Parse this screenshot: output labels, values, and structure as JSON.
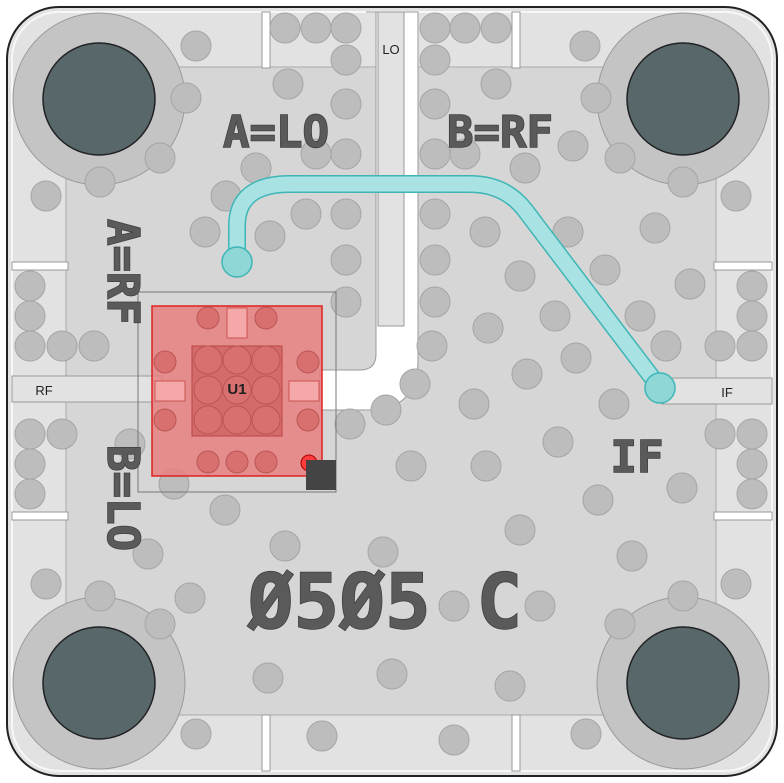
{
  "board": {
    "top_labels": {
      "lo_port": "A=LO",
      "rf_port": "B=RF"
    },
    "side_labels": {
      "left_top": "A=RF",
      "left_bottom": "B=LO"
    },
    "if_label": "IF",
    "part_number": "Ø5Ø5 C",
    "component_ref": "U1",
    "pins": {
      "lo": "LO",
      "rf": "RF",
      "if": "IF"
    }
  },
  "colors": {
    "board_bg": "#e2e2e2",
    "ground_plane": "#d2d2d2",
    "via": "#b9b9b9",
    "mount_hole": "#57676a",
    "component": "#e77f7f",
    "trace_highlight": "#8fd6d6"
  }
}
